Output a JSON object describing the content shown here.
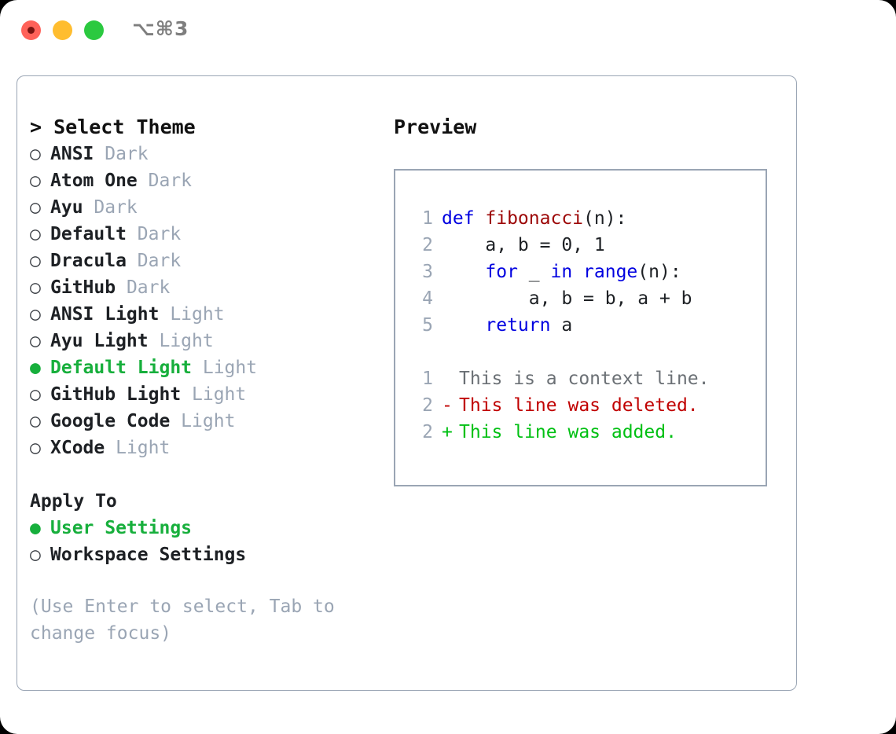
{
  "titlebar": {
    "shortcut": "⌥⌘3",
    "buttons": [
      "close",
      "minimize",
      "maximize"
    ]
  },
  "left": {
    "heading": "> Select Theme",
    "bullet_selected": "●",
    "bullet_unselected": "○",
    "themes": [
      {
        "name": "ANSI",
        "tag": "Dark",
        "selected": false
      },
      {
        "name": "Atom One",
        "tag": "Dark",
        "selected": false
      },
      {
        "name": "Ayu",
        "tag": "Dark",
        "selected": false
      },
      {
        "name": "Default",
        "tag": "Dark",
        "selected": false
      },
      {
        "name": "Dracula",
        "tag": "Dark",
        "selected": false
      },
      {
        "name": "GitHub",
        "tag": "Dark",
        "selected": false
      },
      {
        "name": "ANSI Light",
        "tag": "Light",
        "selected": false
      },
      {
        "name": "Ayu Light",
        "tag": "Light",
        "selected": false
      },
      {
        "name": "Default Light",
        "tag": "Light",
        "selected": true
      },
      {
        "name": "GitHub Light",
        "tag": "Light",
        "selected": false
      },
      {
        "name": "Google Code",
        "tag": "Light",
        "selected": false
      },
      {
        "name": "XCode",
        "tag": "Light",
        "selected": false
      }
    ],
    "apply_to_heading": "Apply To",
    "apply_to": [
      {
        "name": "User Settings",
        "selected": true
      },
      {
        "name": "Workspace Settings",
        "selected": false
      }
    ],
    "hint": "(Use Enter to select, Tab to change focus)"
  },
  "right": {
    "title": "Preview",
    "code": [
      {
        "no": "1",
        "tokens": [
          {
            "t": "def ",
            "c": "kw"
          },
          {
            "t": "fibonacci",
            "c": "fn"
          },
          {
            "t": "(n):",
            "c": "plain"
          }
        ]
      },
      {
        "no": "2",
        "tokens": [
          {
            "t": "    a, b = 0, 1",
            "c": "plain"
          }
        ]
      },
      {
        "no": "3",
        "tokens": [
          {
            "t": "    ",
            "c": "plain"
          },
          {
            "t": "for",
            "c": "kw"
          },
          {
            "t": " _ ",
            "c": "plain"
          },
          {
            "t": "in",
            "c": "kw"
          },
          {
            "t": " ",
            "c": "plain"
          },
          {
            "t": "range",
            "c": "kw"
          },
          {
            "t": "(n):",
            "c": "plain"
          }
        ]
      },
      {
        "no": "4",
        "tokens": [
          {
            "t": "        a, b = b, a + b",
            "c": "plain"
          }
        ]
      },
      {
        "no": "5",
        "tokens": [
          {
            "t": "    ",
            "c": "plain"
          },
          {
            "t": "return",
            "c": "kw"
          },
          {
            "t": " a",
            "c": "plain"
          }
        ]
      }
    ],
    "diff": [
      {
        "no": "1",
        "mark": " ",
        "text": "This is a context line.",
        "kind": "ctx"
      },
      {
        "no": "2",
        "mark": "-",
        "text": "This line was deleted.",
        "kind": "del"
      },
      {
        "no": "2",
        "mark": "+",
        "text": "This line was added.",
        "kind": "add"
      }
    ]
  },
  "colors": {
    "accent_green": "#17af3c",
    "muted": "#9aa5b4",
    "keyword_blue": "#0000e0",
    "function_red": "#9c0505",
    "diff_add": "#00c013",
    "diff_del": "#c00000",
    "border": "#9aa5b4"
  }
}
